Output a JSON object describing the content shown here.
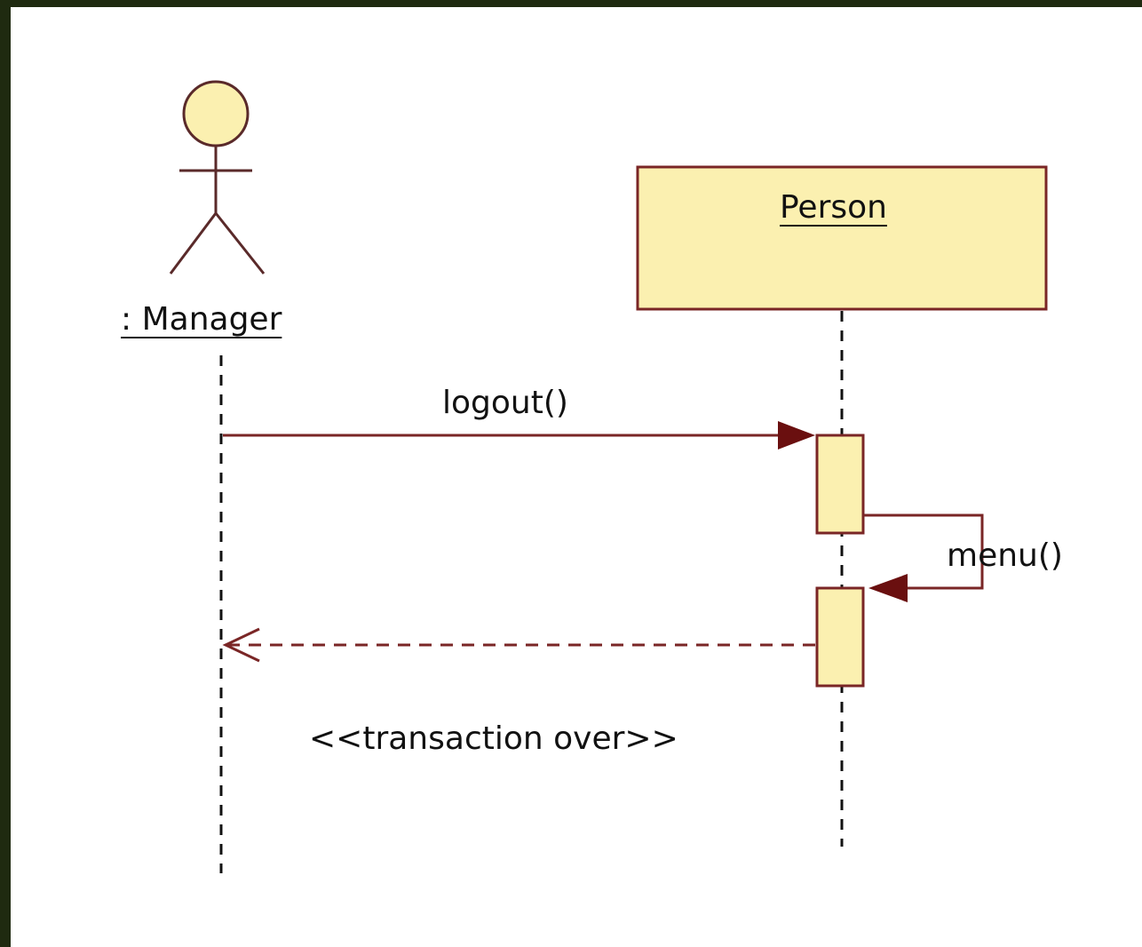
{
  "diagram": {
    "actor": {
      "name": ": Manager"
    },
    "object": {
      "name": "Person"
    },
    "messages": [
      {
        "label": "logout()",
        "kind": "synchronous"
      },
      {
        "label": "menu()",
        "kind": "self-call"
      },
      {
        "label": "<<transaction over>>",
        "kind": "return"
      }
    ]
  },
  "colors": {
    "frame": "#1f2a10",
    "fill": "#fbf0b0",
    "stroke": "#7a2626",
    "arrowhead": "#6a0f0f",
    "lifeline": "#111111"
  },
  "icons": {
    "actor": "stick-figure-icon"
  }
}
